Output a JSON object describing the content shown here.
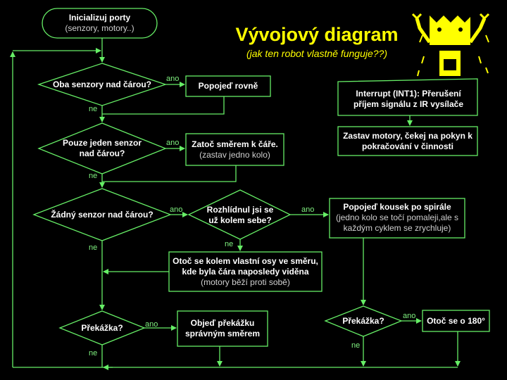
{
  "title": "Vývojový diagram",
  "subtitle": "(jak ten robot vlastně funguje??)",
  "colors": {
    "line": "#66ee66",
    "title": "#ffff00",
    "text": "#ffffff"
  },
  "nodes": {
    "start": {
      "main": "Inicializuj porty",
      "sub": "(senzory, motory..)"
    },
    "d1": {
      "main": "Oba senzory nad čárou?"
    },
    "b1": {
      "main": "Popojeď rovně"
    },
    "d2": {
      "main": "Pouze jeden senzor nad čárou?"
    },
    "b2": {
      "main": "Zatoč směrem k čáře.",
      "sub": "(zastav jedno kolo)"
    },
    "d3": {
      "main": "Žádný senzor nad čárou?"
    },
    "d4": {
      "main": "Rozhlídnul jsi se už kolem sebe?"
    },
    "b_spiral": {
      "main": "Popojeď kousek po spirále",
      "sub": "(jedno kolo se točí pomaleji,ale s každým cyklem se zrychluje)"
    },
    "b_turn": {
      "main": "Otoč se kolem vlastní osy ve směru, kde byla čára naposledy viděna",
      "sub": "(motory běží proti sobě)"
    },
    "d5": {
      "main": "Překážka?"
    },
    "b_avoid": {
      "main": "Objeď překážku správným směrem"
    },
    "d6": {
      "main": "Překážka?"
    },
    "b180": {
      "main": "Otoč se o 180°"
    },
    "interrupt": {
      "main": "Interrupt (INT1): Přerušení příjem signálu z IR vysílače"
    },
    "stop": {
      "main": "Zastav motory, čekej na pokyn k pokračování v činnosti"
    }
  },
  "labels": {
    "yes": "ano",
    "no": "ne"
  }
}
